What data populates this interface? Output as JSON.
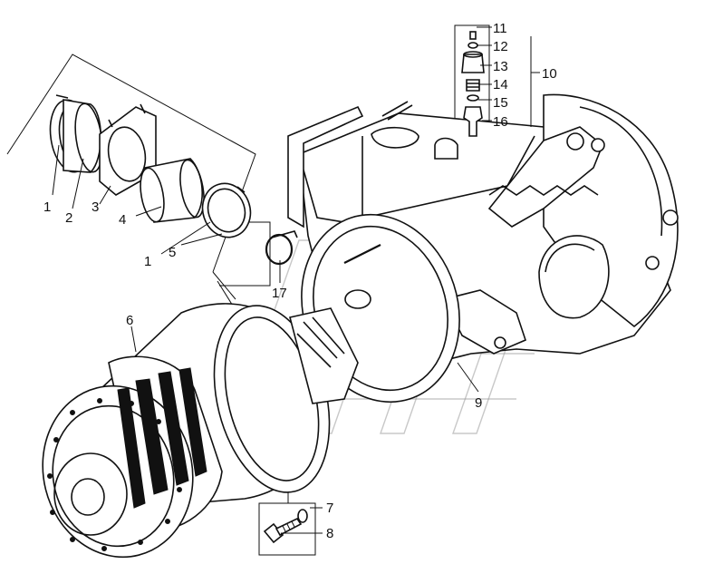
{
  "diagram": {
    "callouts": [
      "1",
      "2",
      "3",
      "4",
      "1",
      "5",
      "6",
      "7",
      "8",
      "9",
      "10",
      "11",
      "12",
      "13",
      "14",
      "15",
      "16",
      "17"
    ]
  },
  "colors": {
    "line": "#111111",
    "background": "#ffffff",
    "watermark": "#9a9a9a"
  },
  "icons": {
    "watermark": "road-stripes-logo"
  }
}
